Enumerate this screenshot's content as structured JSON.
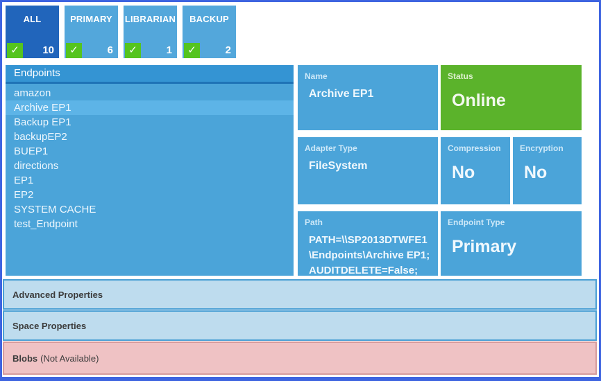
{
  "filter_tiles": [
    {
      "label": "ALL",
      "count": "10",
      "selected": true
    },
    {
      "label": "PRIMARY",
      "count": "6",
      "selected": false
    },
    {
      "label": "LIBRARIAN",
      "count": "1",
      "selected": false
    },
    {
      "label": "BACKUP",
      "count": "2",
      "selected": false
    }
  ],
  "check_icon_glyph": "✓",
  "endpoints_panel": {
    "title": "Endpoints",
    "items": [
      "amazon",
      "Archive EP1",
      "Backup EP1",
      "backupEP2",
      "BUEP1",
      "directions",
      "EP1",
      "EP2",
      "SYSTEM CACHE",
      "test_Endpoint"
    ],
    "selected_item": "Archive EP1"
  },
  "detail_tiles": {
    "name": {
      "label": "Name",
      "value": "Archive EP1"
    },
    "status": {
      "label": "Status",
      "value": "Online"
    },
    "adapter_type": {
      "label": "Adapter Type",
      "value": "FileSystem"
    },
    "compression": {
      "label": "Compression",
      "value": "No"
    },
    "encryption": {
      "label": "Encryption",
      "value": "No"
    },
    "path": {
      "label": "Path",
      "value": "PATH=\\\\SP2013DTWFE1\\Endpoints\\Archive EP1;AUDITDELETE=False;"
    },
    "endpoint_type": {
      "label": "Endpoint Type",
      "value": "Primary"
    }
  },
  "accordions": {
    "advanced": {
      "title": "Advanced Properties",
      "suffix": ""
    },
    "space": {
      "title": "Space Properties",
      "suffix": ""
    },
    "blobs": {
      "title": "Blobs",
      "suffix": "(Not Available)"
    }
  },
  "colors": {
    "page_border": "#3E64E0",
    "filter_tile_selected": "#2165BB",
    "filter_tile": "#53A7DB",
    "check_green": "#55C41E",
    "panel_header": "#3494D3",
    "panel_header_underline": "#1E73B6",
    "panel_body": "#4BA4D9",
    "row_selected": "#5DB4E7",
    "status_green": "#5BB32B",
    "accordion_blue_bg": "#BEDCEE",
    "accordion_blue_border": "#4A9FD4",
    "accordion_pink_bg": "#EFC2C4",
    "accordion_pink_border": "#D69A9C"
  }
}
